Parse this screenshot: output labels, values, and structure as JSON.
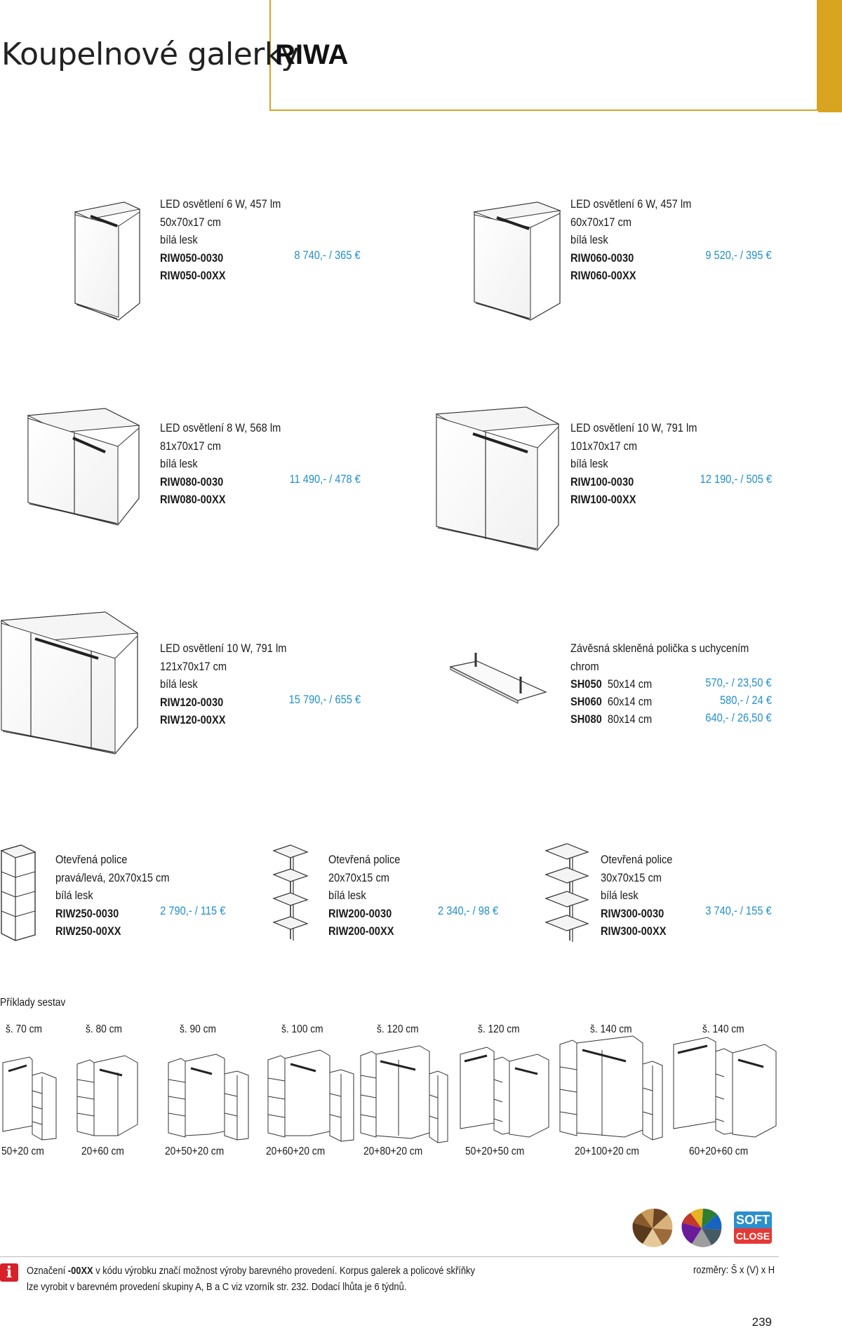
{
  "header": {
    "title_light": "Koupelnové galerky",
    "title_bold": "RIWA"
  },
  "colors": {
    "accent_gold": "#d9a520",
    "price_blue": "#1f8fcb",
    "info_red": "#d6202a",
    "badge_blue": "#2c8fce"
  },
  "products": [
    {
      "lines": [
        "LED osvětlení 6 W, 457 lm",
        "50x70x17 cm",
        "bílá lesk"
      ],
      "codes": [
        "RIW050-0030",
        "RIW050-00XX"
      ],
      "price": "8 740,- / 365 €"
    },
    {
      "lines": [
        "LED osvětlení 6 W, 457 lm",
        "60x70x17 cm",
        "bílá lesk"
      ],
      "codes": [
        "RIW060-0030",
        "RIW060-00XX"
      ],
      "price": "9 520,- / 395 €"
    },
    {
      "lines": [
        "LED osvětlení 8 W, 568 lm",
        "81x70x17 cm",
        "bílá lesk"
      ],
      "codes": [
        "RIW080-0030",
        "RIW080-00XX"
      ],
      "price": "11 490,- / 478 €"
    },
    {
      "lines": [
        "LED osvětlení 10 W, 791 lm",
        "101x70x17 cm",
        "bílá lesk"
      ],
      "codes": [
        "RIW100-0030",
        "RIW100-00XX"
      ],
      "price": "12 190,- / 505 €"
    },
    {
      "lines": [
        "LED osvětlení 10 W, 791 lm",
        "121x70x17 cm",
        "bílá lesk"
      ],
      "codes": [
        "RIW120-0030",
        "RIW120-00XX"
      ],
      "price": "15 790,- / 655 €"
    }
  ],
  "shelf": {
    "lines": [
      "Závěsná skleněná polička s uchycením",
      "chrom"
    ],
    "rows": [
      {
        "code": "SH050",
        "size": "50x14 cm",
        "price": "570,- / 23,50 €"
      },
      {
        "code": "SH060",
        "size": "60x14 cm",
        "price": "580,- / 24 €"
      },
      {
        "code": "SH080",
        "size": "80x14 cm",
        "price": "640,- / 26,50 €"
      }
    ]
  },
  "open_shelves": [
    {
      "lines": [
        "Otevřená police",
        "pravá/levá, 20x70x15 cm",
        "bílá lesk"
      ],
      "codes": [
        "RIW250-0030",
        "RIW250-00XX"
      ],
      "price": "2 790,- / 115 €"
    },
    {
      "lines": [
        "Otevřená police",
        "20x70x15 cm",
        "bílá lesk"
      ],
      "codes": [
        "RIW200-0030",
        "RIW200-00XX"
      ],
      "price": "2 340,- / 98 €"
    },
    {
      "lines": [
        "Otevřená police",
        "30x70x15 cm",
        "bílá lesk"
      ],
      "codes": [
        "RIW300-0030",
        "RIW300-00XX"
      ],
      "price": "3 740,- / 155 €"
    }
  ],
  "examples": {
    "title": "Příklady sestav",
    "widths": [
      "š. 70 cm",
      "š. 80 cm",
      "š. 90 cm",
      "š. 100 cm",
      "š. 120 cm",
      "š. 120 cm",
      "š. 140 cm",
      "š. 140 cm"
    ],
    "combos": [
      "50+20 cm",
      "20+60 cm",
      "20+50+20 cm",
      "20+60+20 cm",
      "20+80+20 cm",
      "50+20+50 cm",
      "20+100+20 cm",
      "60+20+60 cm"
    ]
  },
  "badge": {
    "line1": "SOFT",
    "line2": "CLOSE"
  },
  "footer": {
    "info_icon": "i",
    "line1_pre": "Označení ",
    "line1_code": "-00XX",
    "line1_post": " v kódu výrobku značí možnost výroby barevného provedení. Korpus galerek a policové skříňky",
    "line2": "lze vyrobit v barevném provedení skupiny A, B a C viz vzorník str. 232. Dodací lhůta je 6 týdnů.",
    "dims": "rozměry: Š x (V) x H",
    "page": "239"
  }
}
